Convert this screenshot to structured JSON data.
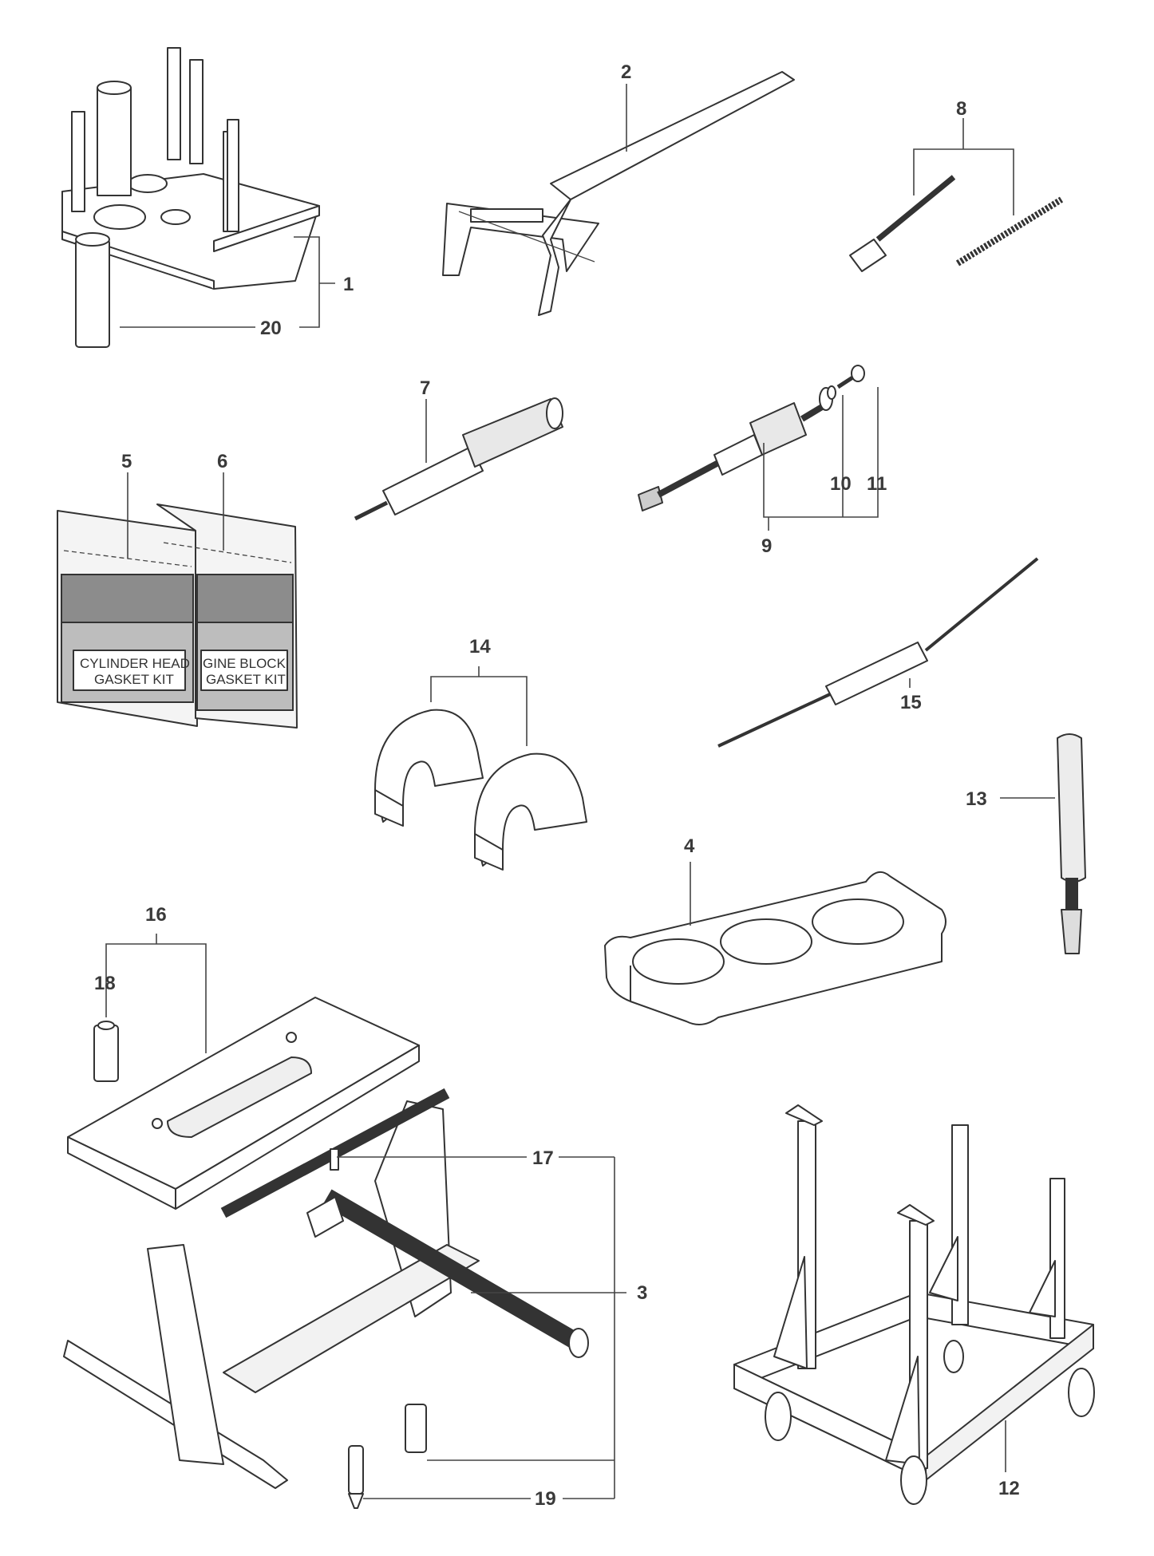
{
  "callouts": {
    "c1": "1",
    "c2": "2",
    "c3": "3",
    "c4": "4",
    "c5": "5",
    "c6": "6",
    "c7": "7",
    "c8": "8",
    "c9": "9",
    "c10": "10",
    "c11": "11",
    "c12": "12",
    "c13": "13",
    "c14": "14",
    "c15": "15",
    "c16": "16",
    "c17": "17",
    "c18": "18",
    "c19": "19",
    "c20": "20"
  },
  "bag_labels": {
    "bag5_line1": "CYLINDER HEAD",
    "bag5_line2": "GASKET KIT",
    "bag6_line1": "GINE BLOCK",
    "bag6_line2": "GASKET KIT"
  }
}
